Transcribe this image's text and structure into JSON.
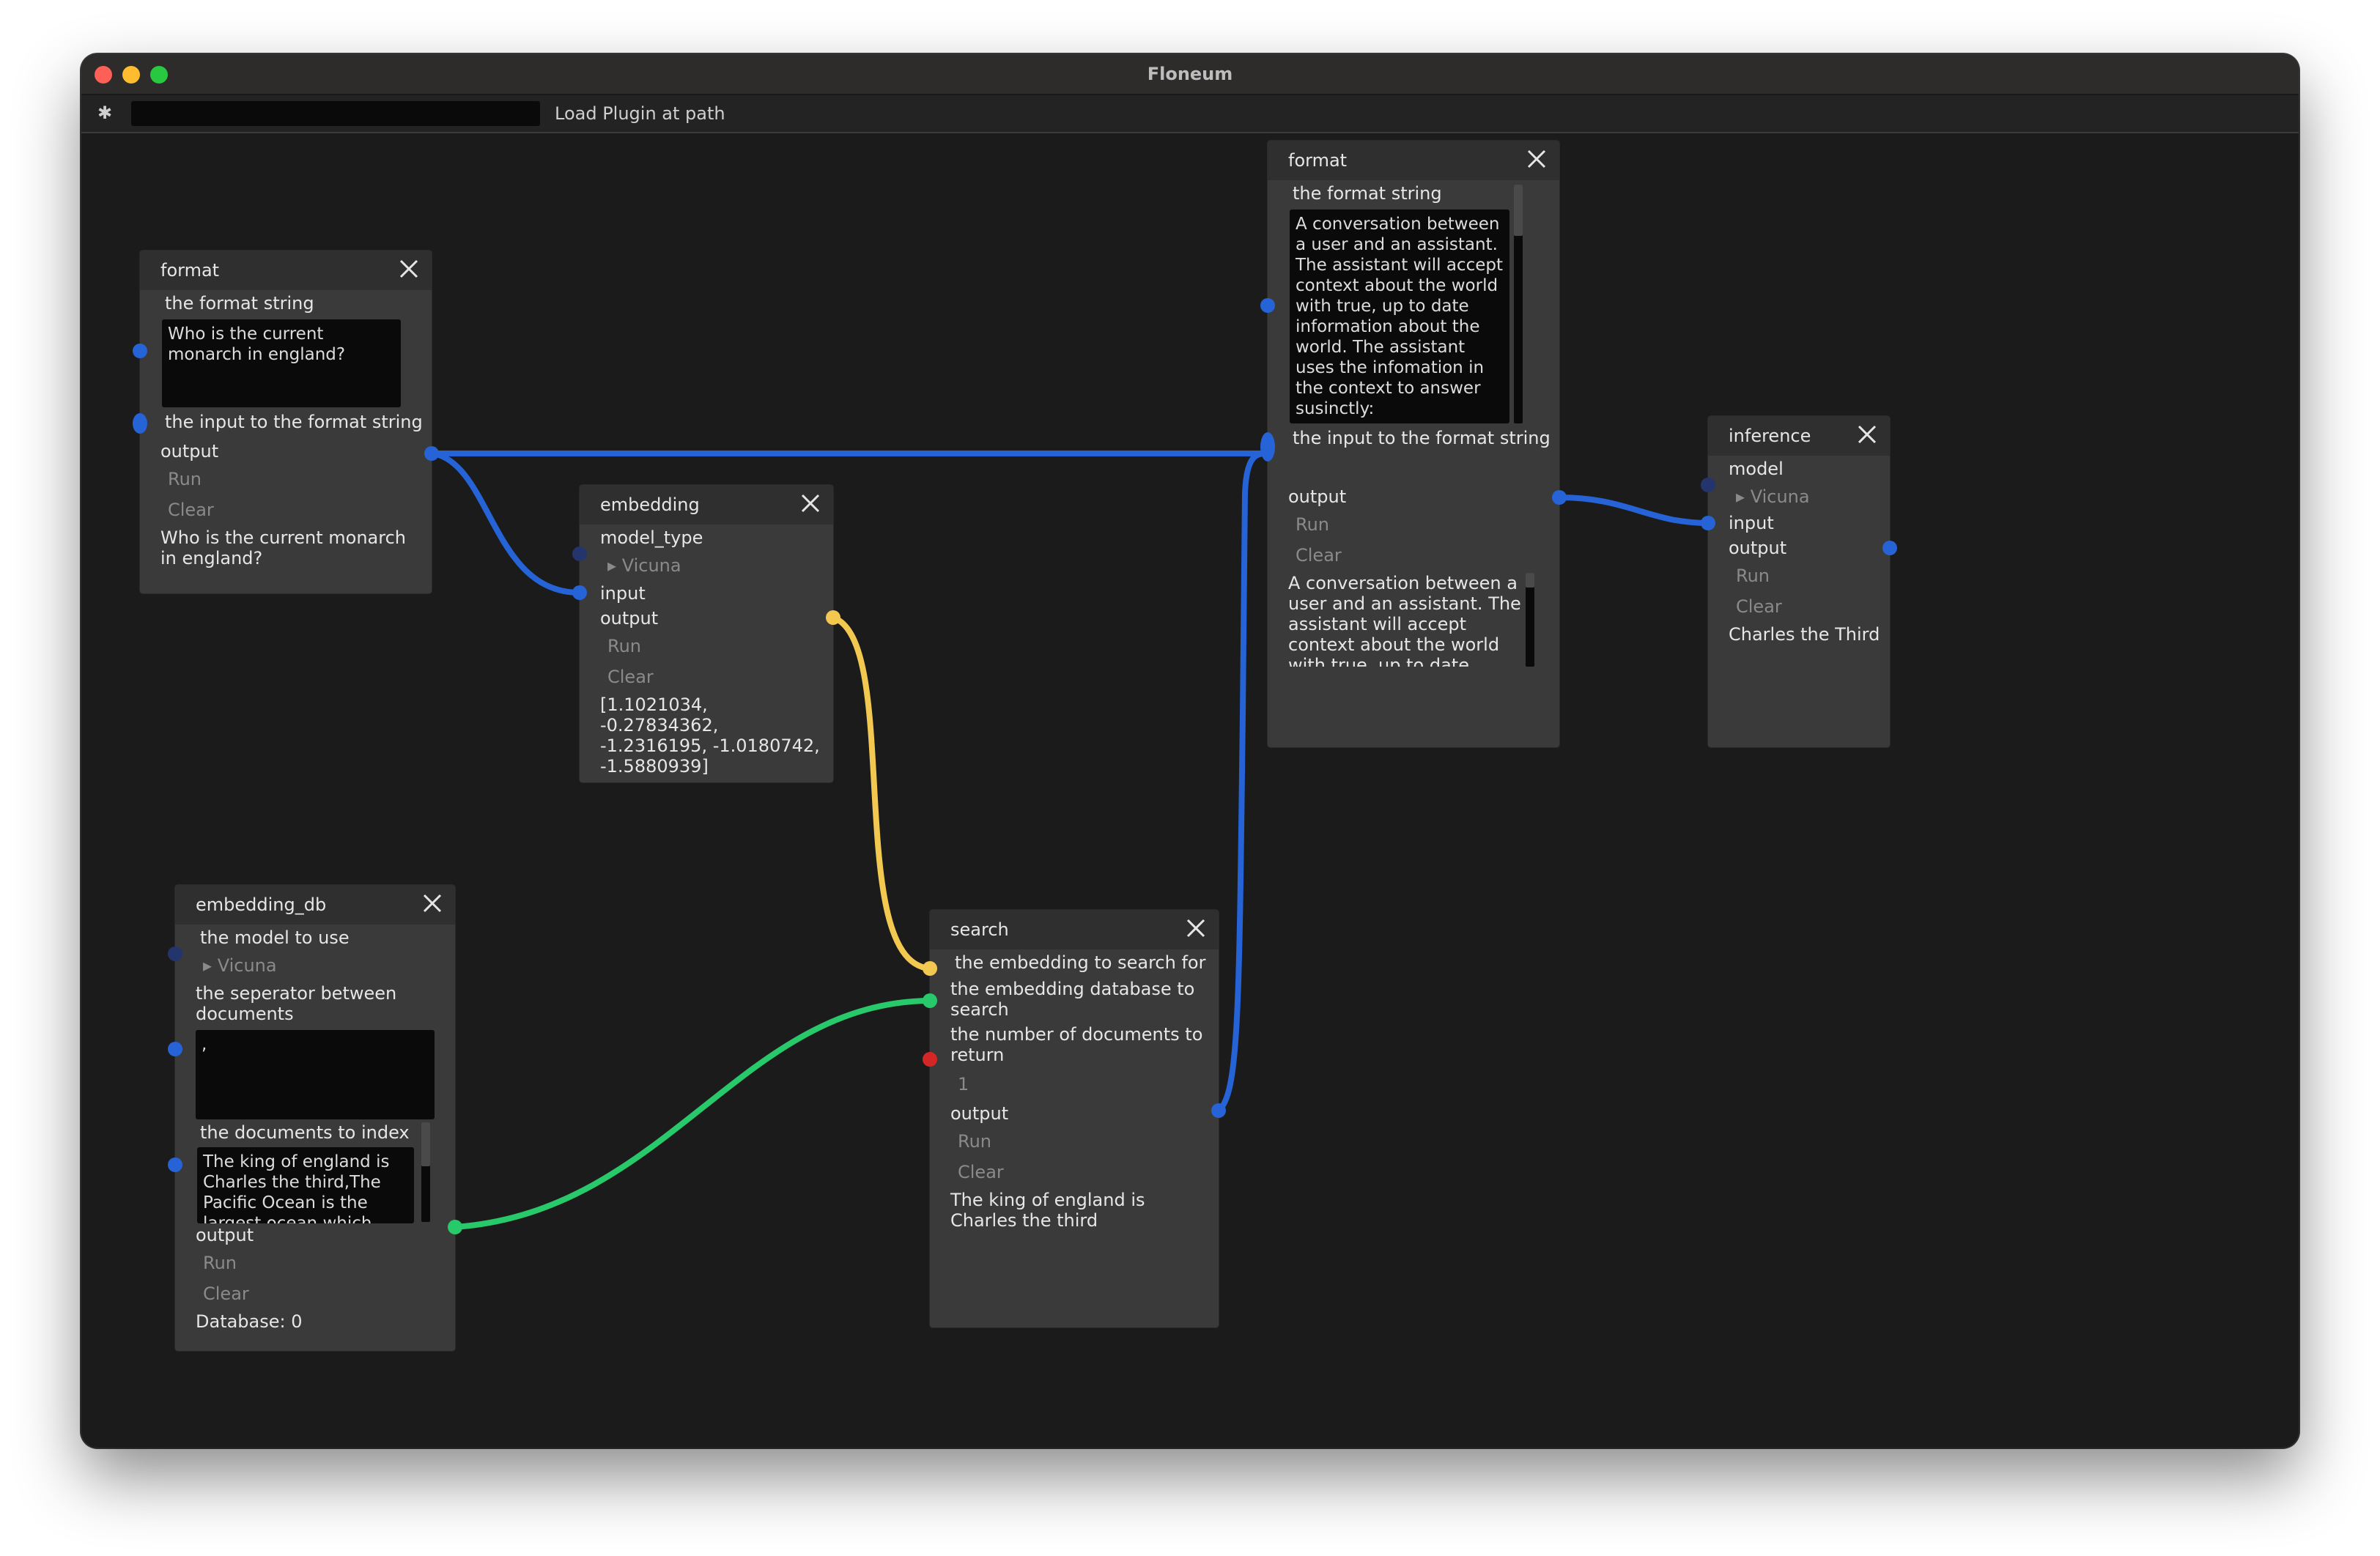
{
  "window": {
    "title": "Floneum"
  },
  "toolbar": {
    "gear_icon": "✱",
    "path_input_value": "",
    "load_button": "Load Plugin at path"
  },
  "colors": {
    "wire_blue": "#2563d6",
    "wire_yellow": "#f2c850",
    "wire_green": "#27c96a",
    "port_red": "#d52626"
  },
  "nodes": {
    "format1": {
      "title": "format",
      "format_label": "the format string",
      "format_value": "Who is the current monarch in england?",
      "input_label": "the input to the format string",
      "output_label": "output",
      "run": "Run",
      "clear": "Clear",
      "result": "Who is the current monarch in england?"
    },
    "embedding": {
      "title": "embedding",
      "model_type_label": "model_type",
      "model_value": "Vicuna",
      "input_label": "input",
      "output_label": "output",
      "run": "Run",
      "clear": "Clear",
      "result": "[1.1021034, -0.27834362, -1.2316195, -1.0180742, -1.5880939]"
    },
    "format2": {
      "title": "format",
      "format_label": "the format string",
      "format_value": "A conversation between a user and an assistant. The assistant will accept context about the world with true, up to date information about the world. The assistant uses the infomation in the context to answer susinctly:",
      "input_label": "the input to the format string",
      "output_label": "output",
      "run": "Run",
      "clear": "Clear",
      "result": "A conversation between a user and an assistant. The assistant will accept context about the world with true, up to date"
    },
    "inference": {
      "title": "inference",
      "model_label": "model",
      "model_value": "Vicuna",
      "input_label": "input",
      "output_label": "output",
      "run": "Run",
      "clear": "Clear",
      "result": "Charles the Third"
    },
    "embedding_db": {
      "title": "embedding_db",
      "model_label": "the model to use",
      "model_value": "Vicuna",
      "separator_label": "the seperator between documents",
      "separator_value": ",",
      "documents_label": "the documents to index",
      "documents_value": "The king of england is Charles the third,The Pacific Ocean is the largest ocean which",
      "output_label": "output",
      "run": "Run",
      "clear": "Clear",
      "result": "Database: 0"
    },
    "search": {
      "title": "search",
      "embedding_label": "the embedding to search for",
      "database_label": "the embedding database to search",
      "count_label": "the number of documents to return",
      "count_value": "1",
      "output_label": "output",
      "run": "Run",
      "clear": "Clear",
      "result": "The king of england is Charles the third"
    }
  }
}
